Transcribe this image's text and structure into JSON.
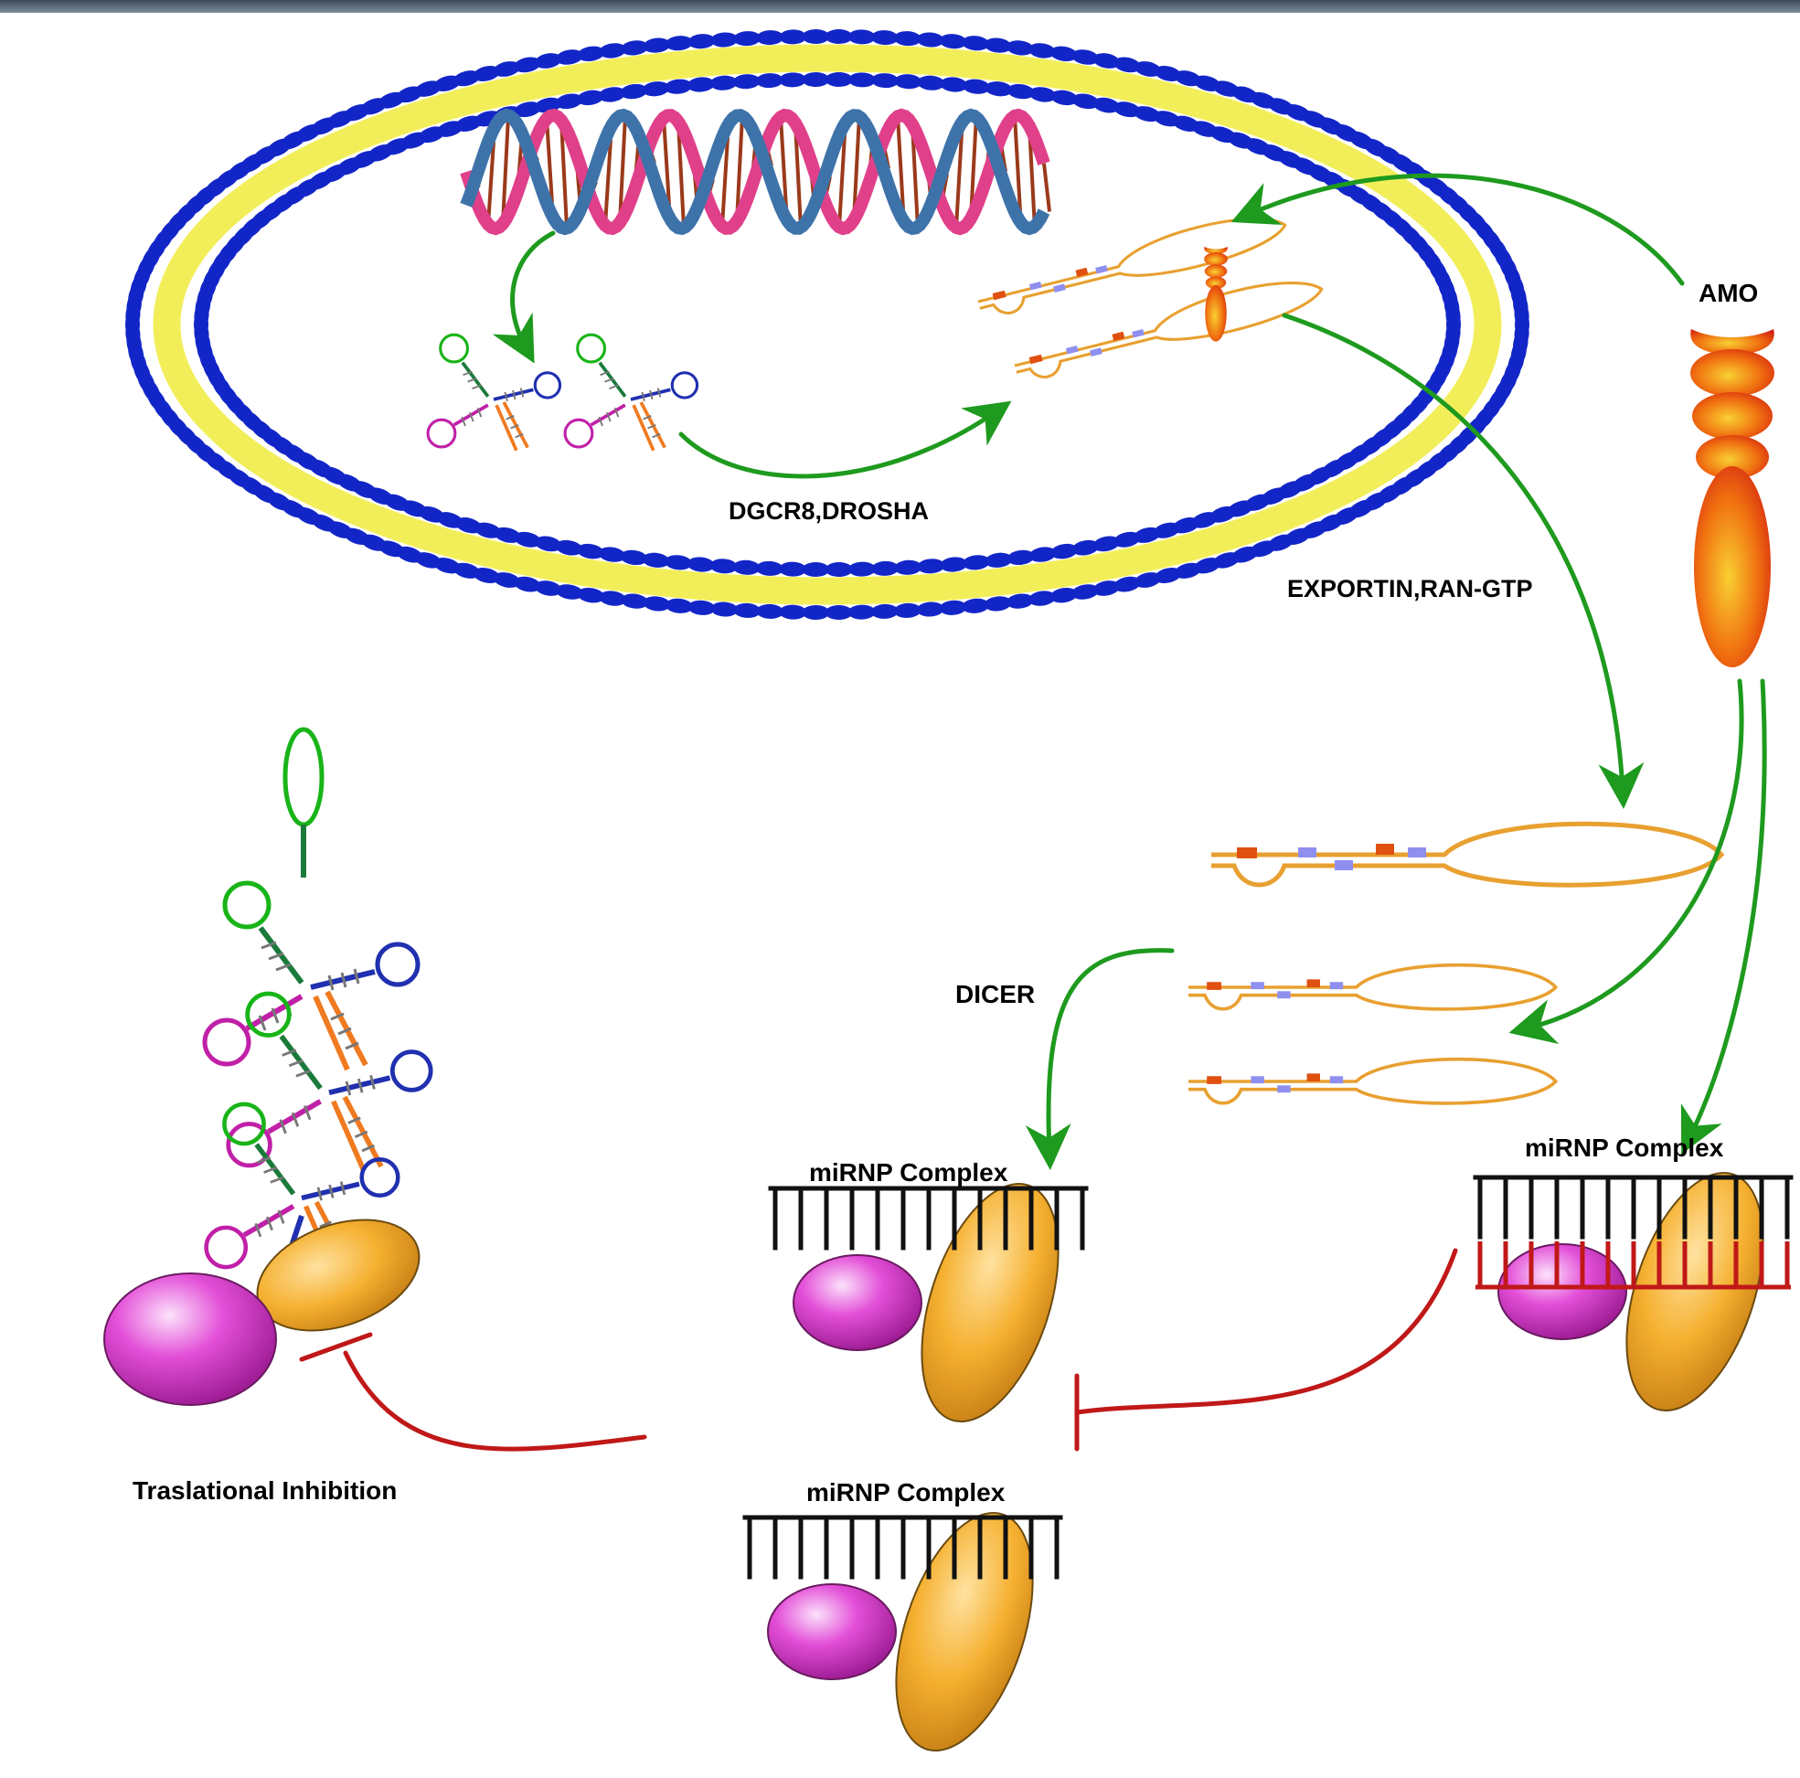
{
  "labels": {
    "dgcr8_drosha": "DGCR8,DROSHA",
    "exportin": "EXPORTIN,RAN-GTP",
    "amo": "AMO",
    "dicer": "DICER",
    "complex_center": "miRNP Complex",
    "complex_right": "miRNP Complex",
    "complex_bottom": "miRNP Complex",
    "translational": "Traslational Inhibition"
  },
  "colors": {
    "membrane_head": "#1226c8",
    "membrane_tail": "#f2ee5a",
    "arrow_green": "#1e9a1e",
    "inhibit_red": "#c01818",
    "strand_pink": "#e0408a",
    "strand_blue": "#3e73aa",
    "rung": "#9a3a1a",
    "hairpin": "#e8a030",
    "hairpin_mark_red": "#e05010",
    "hairpin_mark_blue": "#8f8ff0",
    "ribosome_large": "#f5b030",
    "ribosome_small": "#e34fd8",
    "amo_orange": "#f07010",
    "rna_green": "#18b418",
    "rna_magenta": "#c020a8",
    "rna_navy": "#2030b0",
    "rna_orange": "#f07a20",
    "rna_darkgreen": "#1a7a3a",
    "rung_gray": "#6a6a6a"
  }
}
